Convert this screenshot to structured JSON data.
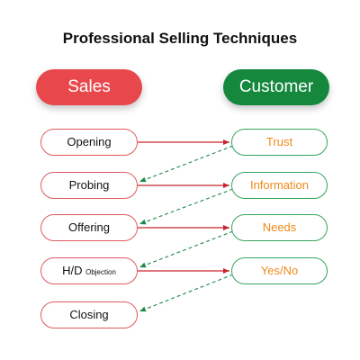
{
  "title": "Professional Selling Techniques",
  "headers": {
    "left": "Sales",
    "right": "Customer"
  },
  "sales_steps": [
    {
      "label": "Opening",
      "suffix": ""
    },
    {
      "label": "Probing",
      "suffix": ""
    },
    {
      "label": "Offering",
      "suffix": ""
    },
    {
      "label": "H/D ",
      "suffix": "Objection"
    },
    {
      "label": "Closing",
      "suffix": ""
    }
  ],
  "customer_responses": [
    "Trust",
    "Information",
    "Needs",
    "Yes/No"
  ],
  "colors": {
    "sales": "#e8474b",
    "customer": "#15883e",
    "arrow_to_customer": "#c8262f",
    "arrow_to_sales": "#1f8a4c",
    "response_text": "#ee8a1a"
  }
}
